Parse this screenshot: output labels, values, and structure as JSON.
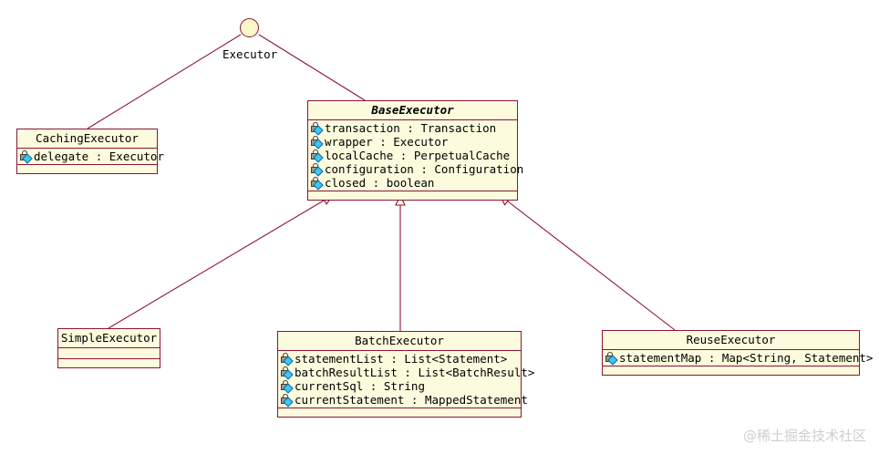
{
  "diagram": {
    "type": "uml-class-diagram",
    "background_color": "#ffffff",
    "line_color": "#8c1437",
    "box_fill_color": "#fcfbdd",
    "interface": {
      "name": "Executor",
      "notation": "lollipop-circle",
      "circle_fill": "#fcf8c8"
    },
    "classes": [
      {
        "id": "caching-executor",
        "name": "CachingExecutor",
        "abstract": false,
        "attributes": [
          {
            "icon": "protected-field-icon",
            "text": "delegate : Executor"
          }
        ]
      },
      {
        "id": "base-executor",
        "name": "BaseExecutor",
        "abstract": true,
        "attributes": [
          {
            "icon": "protected-field-icon",
            "text": "transaction : Transaction"
          },
          {
            "icon": "protected-field-icon",
            "text": "wrapper : Executor"
          },
          {
            "icon": "protected-field-icon",
            "text": "localCache : PerpetualCache"
          },
          {
            "icon": "protected-field-icon",
            "text": "configuration : Configuration"
          },
          {
            "icon": "protected-field-icon",
            "text": "closed : boolean"
          }
        ]
      },
      {
        "id": "simple-executor",
        "name": "SimpleExecutor",
        "abstract": false,
        "attributes": []
      },
      {
        "id": "batch-executor",
        "name": "BatchExecutor",
        "abstract": false,
        "attributes": [
          {
            "icon": "protected-field-icon",
            "text": "statementList : List<Statement>"
          },
          {
            "icon": "protected-field-icon",
            "text": "batchResultList : List<BatchResult>"
          },
          {
            "icon": "protected-field-icon",
            "text": "currentSql : String"
          },
          {
            "icon": "protected-field-icon",
            "text": "currentStatement : MappedStatement"
          }
        ]
      },
      {
        "id": "reuse-executor",
        "name": "ReuseExecutor",
        "abstract": false,
        "attributes": [
          {
            "icon": "protected-field-icon",
            "text": "statementMap : Map<String, Statement>"
          }
        ]
      }
    ],
    "relationships": [
      {
        "kind": "realization-lollipop",
        "from": "caching-executor",
        "to": "Executor"
      },
      {
        "kind": "realization-lollipop",
        "from": "base-executor",
        "to": "Executor"
      },
      {
        "kind": "generalization",
        "from": "simple-executor",
        "to": "base-executor"
      },
      {
        "kind": "generalization",
        "from": "batch-executor",
        "to": "base-executor"
      },
      {
        "kind": "generalization",
        "from": "reuse-executor",
        "to": "base-executor"
      }
    ]
  },
  "watermark": {
    "text": "@稀土掘金技术社区"
  }
}
